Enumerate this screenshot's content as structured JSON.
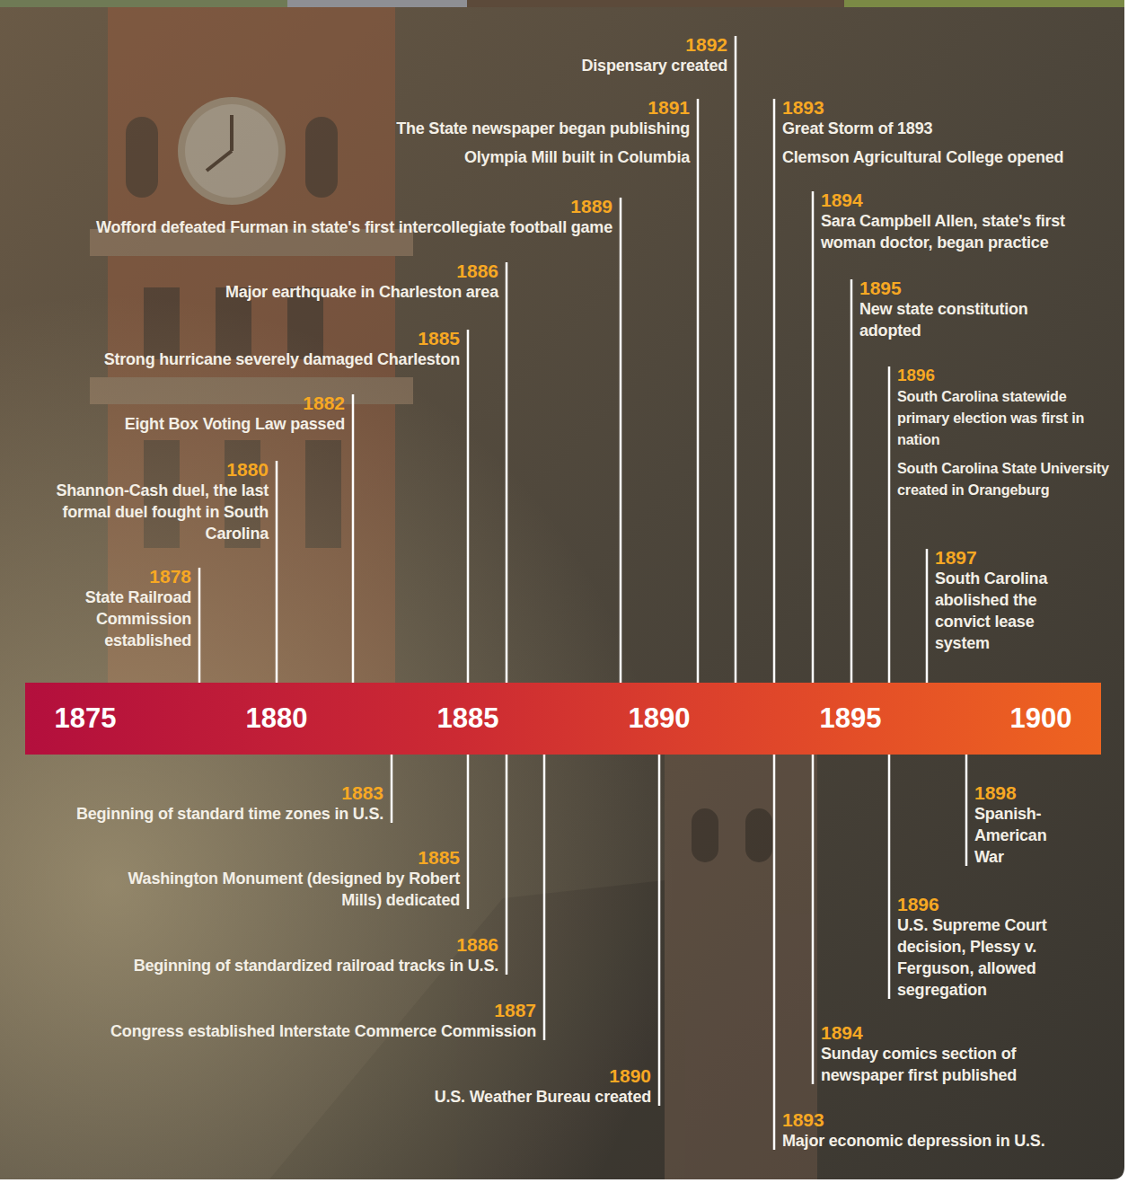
{
  "diagram": {
    "nodes": [
      {
        "text": [
          "1875",
          "1880",
          "1885",
          "1890",
          "1895",
          "1900"
        ]
      }
    ],
    "labels": [
      "1892",
      "Dispensary created",
      "1891",
      "The State newspaper began publishing",
      "Olympia Mill built in Columbia",
      "1893",
      "Great Storm of 1893",
      "Clemson Agricultural College opened",
      "1894",
      "Sara Campbell Allen, state's first woman doctor, began practice",
      "1889",
      "Wofford defeated Furman in state's first intercollegiate football game",
      "1886",
      "Major earthquake in Charleston area",
      "1895",
      "New state constitution adopted",
      "1885",
      "Strong hurricane severely damaged Charleston",
      "1896",
      "South Carolina statewide primary election was first in nation",
      "South Carolina State University created in Orangeburg",
      "1882",
      "Eight Box Voting Law passed",
      "1880",
      "Shannon-Cash duel, the last formal duel fought in South Carolina",
      "1897",
      "South Carolina abolished the convict lease system",
      "1878",
      "State Railroad Commission established",
      "1883",
      "Beginning of standard time zones in U.S.",
      "1898",
      "Spanish-American War",
      "1885",
      "Washington Monument (designed by Robert Mills) dedicated",
      "1896",
      "U.S. Supreme Court decision, Plessy v. Ferguson, allowed segregation",
      "1886",
      "Beginning of standardized railroad tracks in U.S.",
      "1887",
      "Congress established Interstate Commerce Commission",
      "1894",
      "Sunday comics section of newspaper first published",
      "1890",
      "U.S. Weather Bureau created",
      "1893",
      "Major economic depression in U.S."
    ]
  }
}
